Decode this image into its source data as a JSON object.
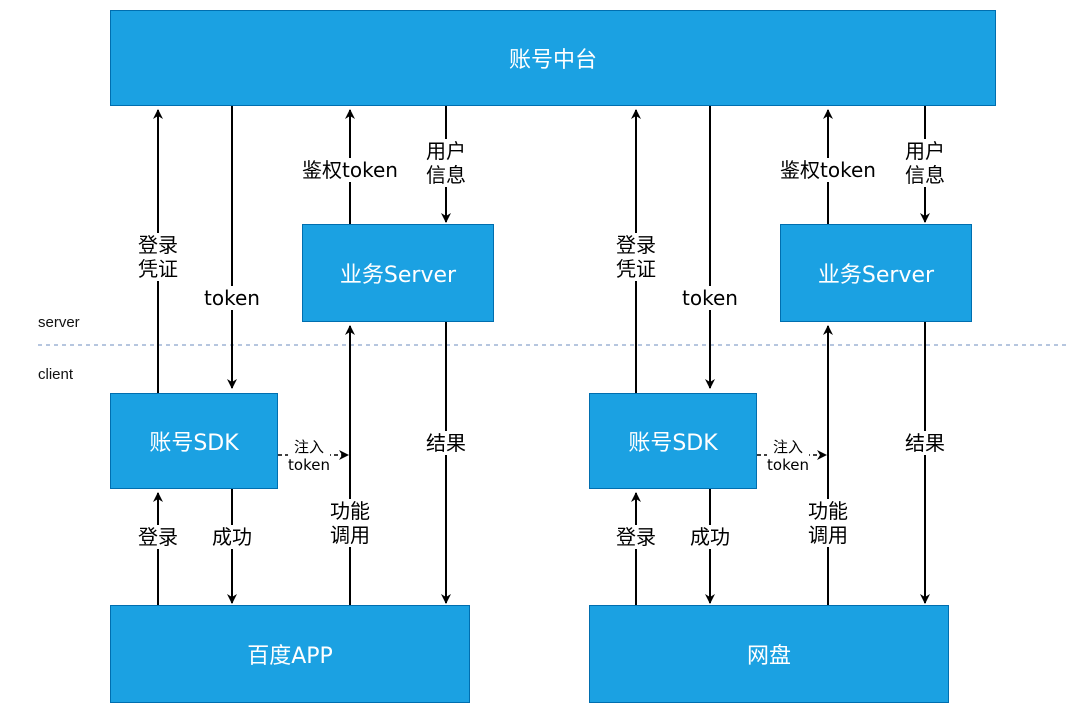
{
  "boxes": {
    "account_platform": "账号中台",
    "biz_server_left": "业务Server",
    "biz_server_right": "业务Server",
    "sdk_left": "账号SDK",
    "sdk_right": "账号SDK",
    "baidu_app": "百度APP",
    "netdisk": "网盘"
  },
  "zones": {
    "server": "server",
    "client": "client"
  },
  "labels": {
    "login_credential": "登录\n凭证",
    "token": "token",
    "auth_token": "鉴权token",
    "user_info": "用户\n信息",
    "inject_token": "注入\ntoken",
    "result": "结果",
    "function_call": "功能\n调用",
    "login": "登录",
    "success": "成功"
  },
  "colors": {
    "box_fill": "#1ba1e2",
    "box_border": "#006eaf",
    "arrow": "#000000",
    "divider": "#6c8ebf"
  }
}
